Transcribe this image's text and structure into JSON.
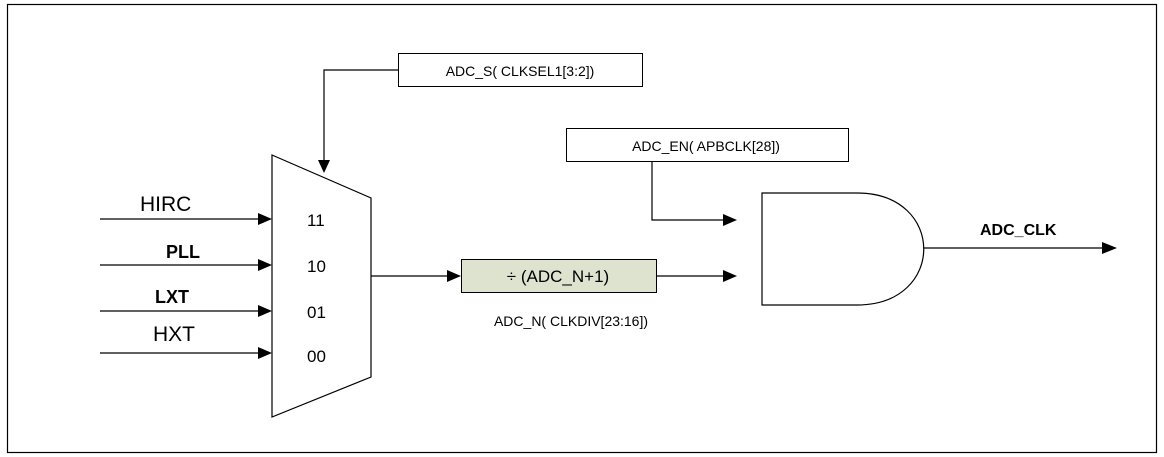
{
  "inputs": {
    "hirc": "HIRC",
    "pll": "PLL",
    "lxt": "LXT",
    "hxt": "HXT"
  },
  "mux": {
    "sel_11": "11",
    "sel_10": "10",
    "sel_01": "01",
    "sel_00": "00",
    "select_source": "ADC_S( CLKSEL1[3:2])"
  },
  "divider": {
    "label": "÷ (ADC_N+1)",
    "register": "ADC_N( CLKDIV[23:16])",
    "fill": "#dde3cf"
  },
  "gate": {
    "enable": "ADC_EN( APBCLK[28])"
  },
  "output": {
    "label": "ADC_CLK"
  }
}
